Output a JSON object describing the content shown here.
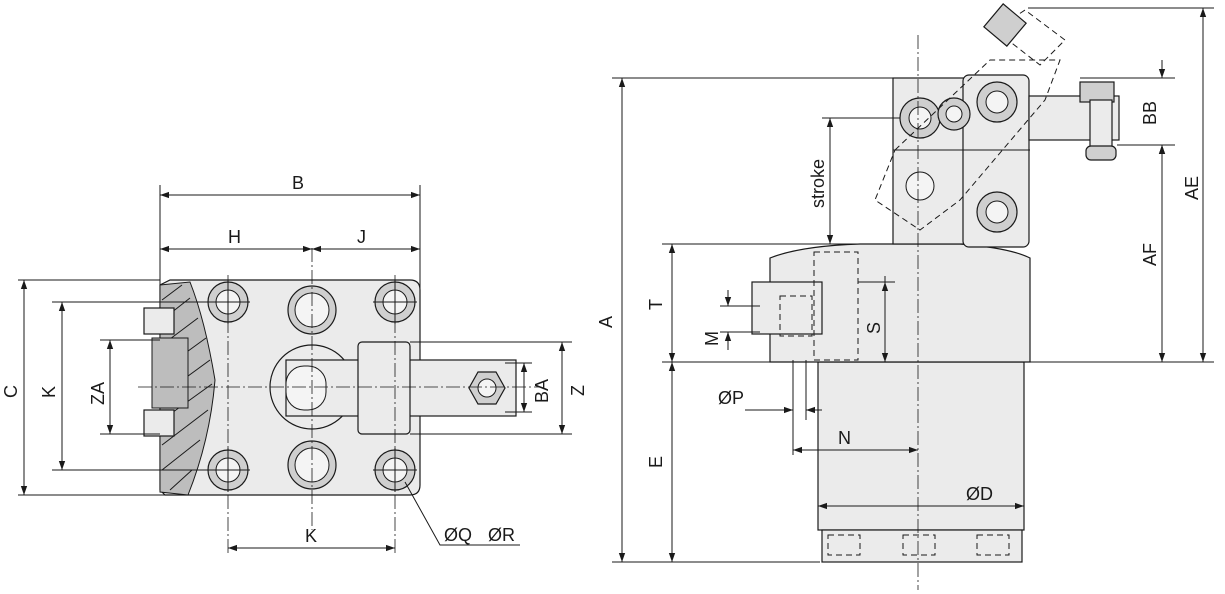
{
  "labels": {
    "B": "B",
    "H": "H",
    "J": "J",
    "C": "C",
    "K_left": "K",
    "ZA": "ZA",
    "BA": "BA",
    "Z": "Z",
    "K_bottom": "K",
    "OQ": "ØQ",
    "OR": "ØR",
    "A": "A",
    "T": "T",
    "M": "M",
    "S": "S",
    "stroke": "stroke",
    "OP": "ØP",
    "N": "N",
    "E": "E",
    "OD": "ØD",
    "BB": "BB",
    "AF": "AF",
    "AE": "AE"
  }
}
